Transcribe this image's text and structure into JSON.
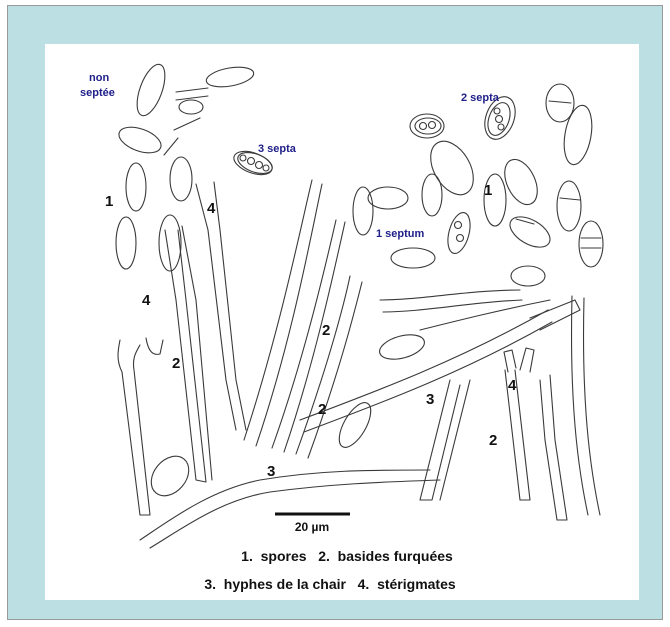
{
  "labels": {
    "non_septee_1": "non",
    "non_septee_2": "septée",
    "three_septa": "3 septa",
    "two_septa": "2 septa",
    "one_septum": "1 septum"
  },
  "numbers": {
    "n1_left": "1",
    "n1_right": "1",
    "n4_top": "4",
    "n4_left": "4",
    "n4_right": "4",
    "n2_left": "2",
    "n2_center": "2",
    "n2_mid": "2",
    "n2_right": "2",
    "n3_bottom": "3",
    "n3_right": "3"
  },
  "scale_bar": {
    "label": "20 µm"
  },
  "caption": {
    "line1": "1.  spores   2.  basides furquées",
    "line2": "3.  hyphes de la chair   4.  stérigmates"
  },
  "colors": {
    "frame_bg": "#bcdfe3",
    "panel_bg": "#ffffff",
    "label_blue": "#20208a",
    "line": "#3a3a3a"
  }
}
